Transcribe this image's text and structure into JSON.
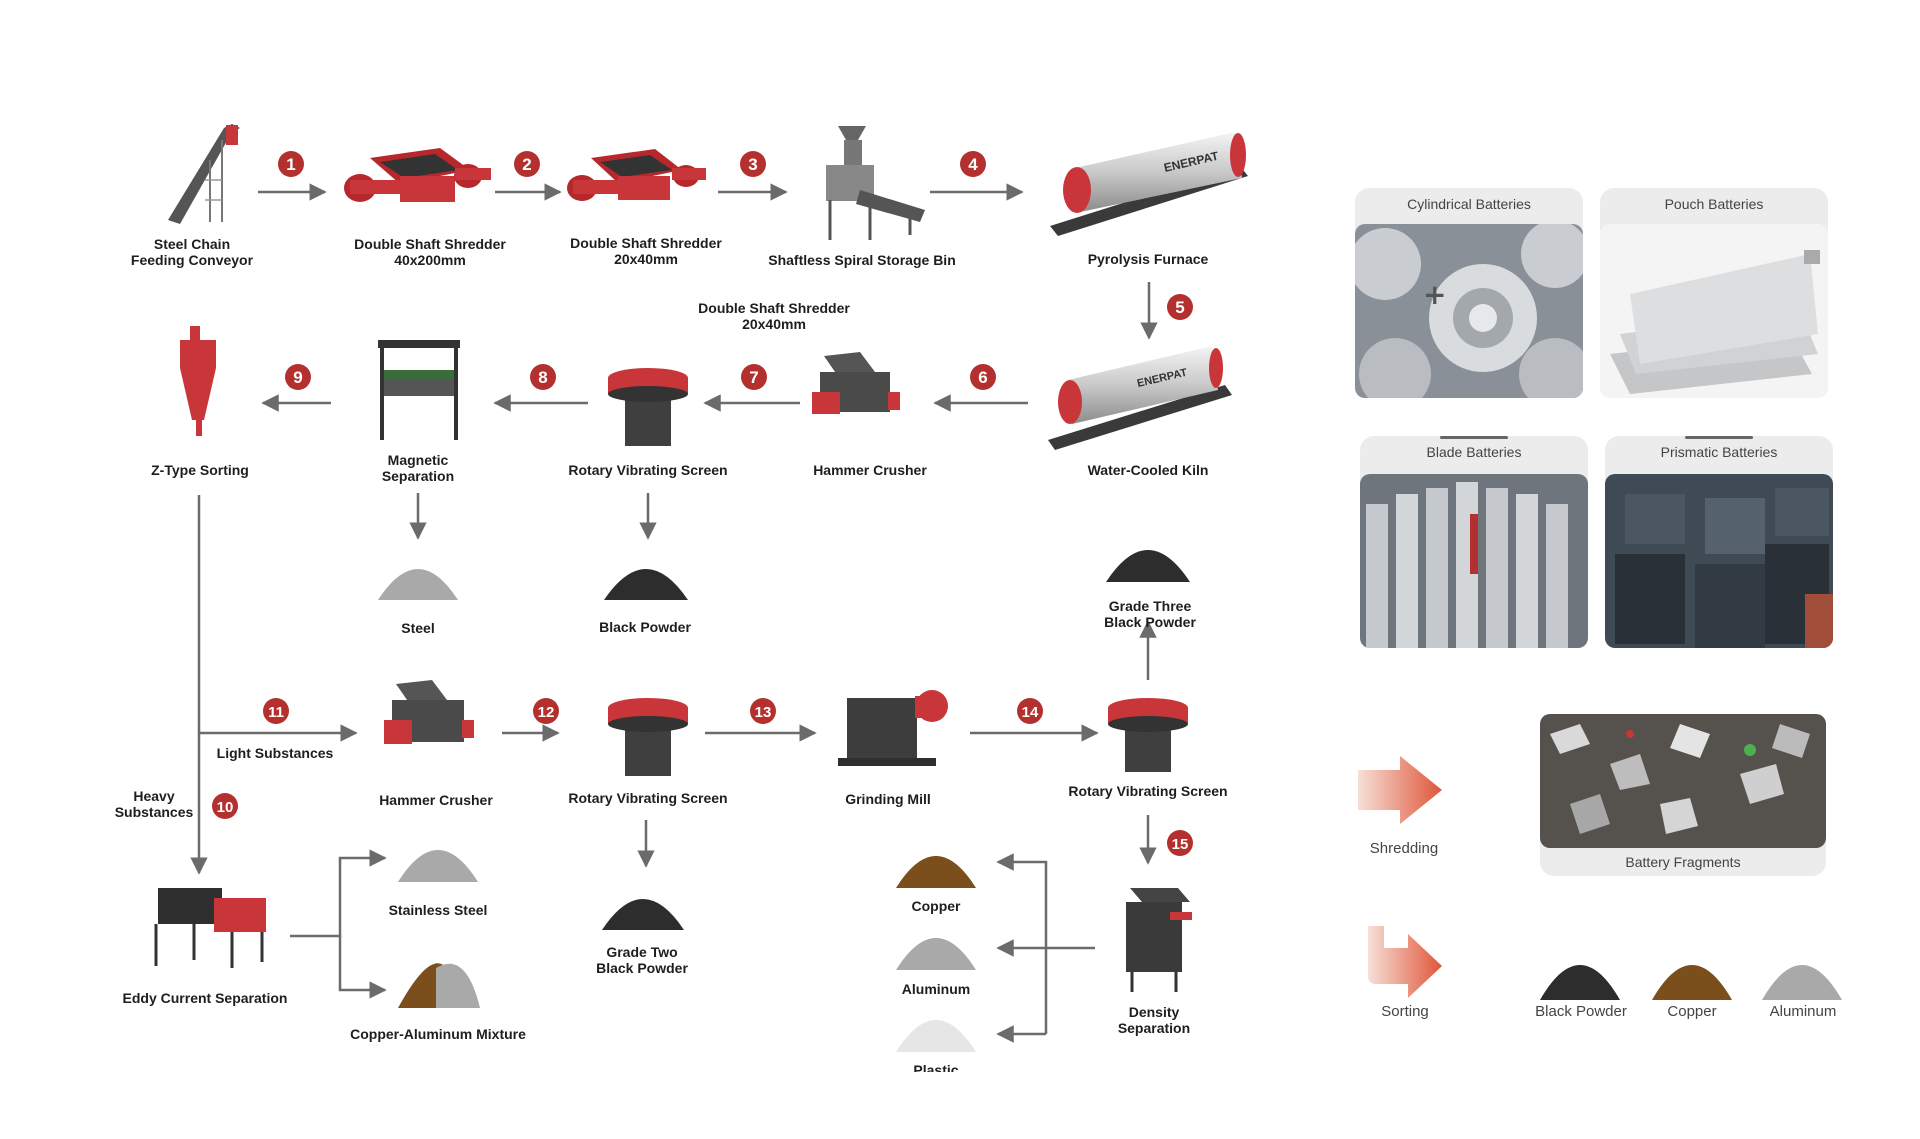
{
  "steps": {
    "s1": "1",
    "s2": "2",
    "s3": "3",
    "s4": "4",
    "s5": "5",
    "s6": "6",
    "s7": "7",
    "s8": "8",
    "s9": "9",
    "s10": "10",
    "s11": "11",
    "s12": "12",
    "s13": "13",
    "s14": "14",
    "s15": "15"
  },
  "equipment": {
    "steel_chain_conveyor": "Steel Chain\nFeeding Conveyor",
    "shredder_40x200": "Double Shaft Shredder\n40x200mm",
    "shredder_20x40": "Double Shaft Shredder\n20x40mm",
    "spiral_bin": "Shaftless Spiral Storage Bin",
    "pyrolysis_furnace": "Pyrolysis Furnace",
    "shredder_20x40_b": "Double Shaft Shredder\n20x40mm",
    "water_cooled_kiln": "Water-Cooled Kiln",
    "hammer_crusher_1": "Hammer Crusher",
    "rotary_screen_1": "Rotary Vibrating Screen",
    "magnetic_separation": "Magnetic\nSeparation",
    "z_type_sorting": "Z-Type Sorting",
    "hammer_crusher_2": "Hammer Crusher",
    "rotary_screen_2": "Rotary Vibrating Screen",
    "grinding_mill": "Grinding Mill",
    "rotary_screen_3": "Rotary Vibrating Screen",
    "density_separation": "Density\nSeparation",
    "eddy_current": "Eddy Current Separation"
  },
  "outputs": {
    "steel": "Steel",
    "black_powder": "Black Powder",
    "grade_three": "Grade Three\nBlack Powder",
    "grade_two": "Grade Two\nBlack Powder",
    "stainless_steel": "Stainless Steel",
    "copper_aluminum": "Copper-Aluminum Mixture",
    "copper": "Copper",
    "aluminum": "Aluminum",
    "plastic": "Plastic"
  },
  "branches": {
    "light": "Light Substances",
    "heavy": "Heavy\nSubstances"
  },
  "battery_types": {
    "cylindrical": "Cylindrical Batteries",
    "pouch": "Pouch Batteries",
    "blade": "Blade Batteries",
    "prismatic": "Prismatic Batteries"
  },
  "legend": {
    "shredding": "Shredding",
    "battery_fragments": "Battery Fragments",
    "sorting": "Sorting",
    "black_powder": "Black Powder",
    "copper": "Copper",
    "aluminum": "Aluminum"
  },
  "brand": "ENERPAT",
  "colors": {
    "accent": "#b3302f",
    "machine_red": "#c8363a",
    "arrow": "#6b6b6b",
    "black_powder": "#2d2d2d",
    "copper": "#7a4f1c",
    "aluminum": "#a9a9a9",
    "plastic": "#e6e6e6"
  }
}
